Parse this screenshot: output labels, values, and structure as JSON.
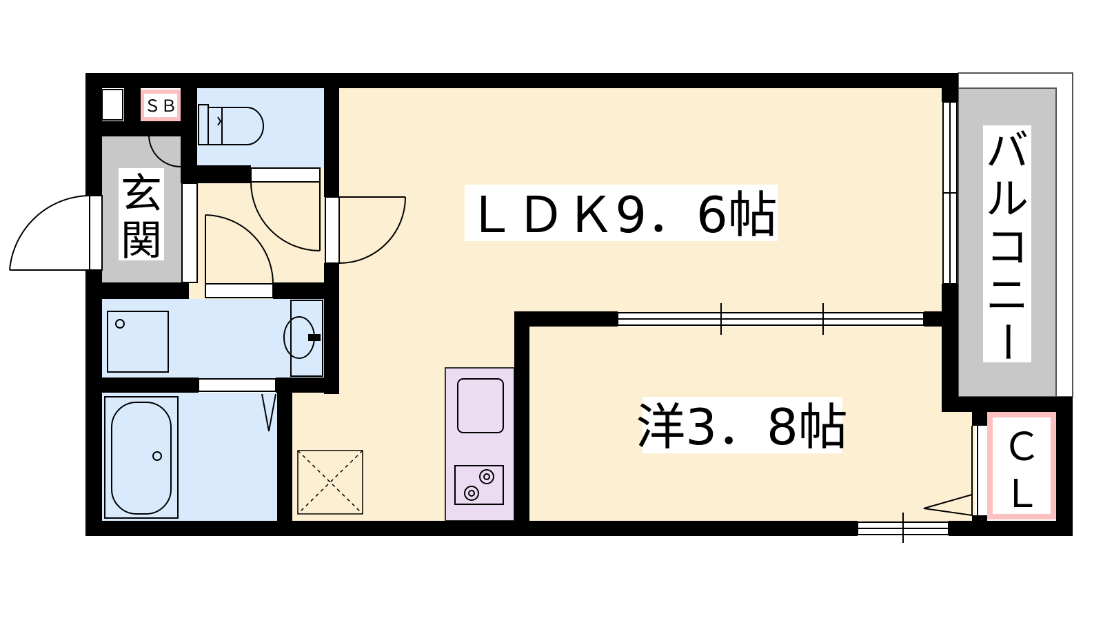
{
  "rooms": {
    "ldk": "ＬＤＫ9．6帖",
    "western": "洋3．8帖",
    "entrance": [
      "玄",
      "関"
    ],
    "balcony": [
      "バ",
      "ル",
      "コ",
      "ニ",
      "ー"
    ],
    "closet": [
      "Ｃ",
      "Ｌ"
    ],
    "shoe_box": "ＳＢ"
  },
  "colors": {
    "wall": "#000000",
    "room_floor": "#fdf0d2",
    "wet_area": "#d8eafc",
    "entrance": "#c8c8c8",
    "balcony": "#c8c8c8",
    "kitchen": "#ecdcf2",
    "storage": "#fbc0c0"
  }
}
